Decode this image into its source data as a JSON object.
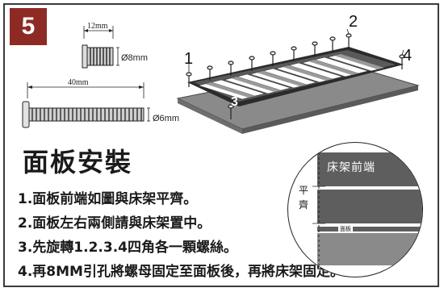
{
  "step_number": "5",
  "dimensions": {
    "small_length": "12mm",
    "small_diameter": "Ø8mm",
    "large_length": "40mm",
    "large_diameter": "Ø6mm"
  },
  "corner_numbers": [
    "1",
    "2",
    "3",
    "4"
  ],
  "title": "面板安裝",
  "steps": [
    "1.面板前端如圖與床架平齊。",
    "2.面板左右兩側請與床架置中。",
    "3.先旋轉1.2.3.4四角各一顆螺絲。",
    "4.再8MM引孔將螺母固定至面板後，再將床架固定。"
  ],
  "inset": {
    "bed_front_label": "床架前端",
    "flush_label": "平齊",
    "panel_label": "面板"
  }
}
